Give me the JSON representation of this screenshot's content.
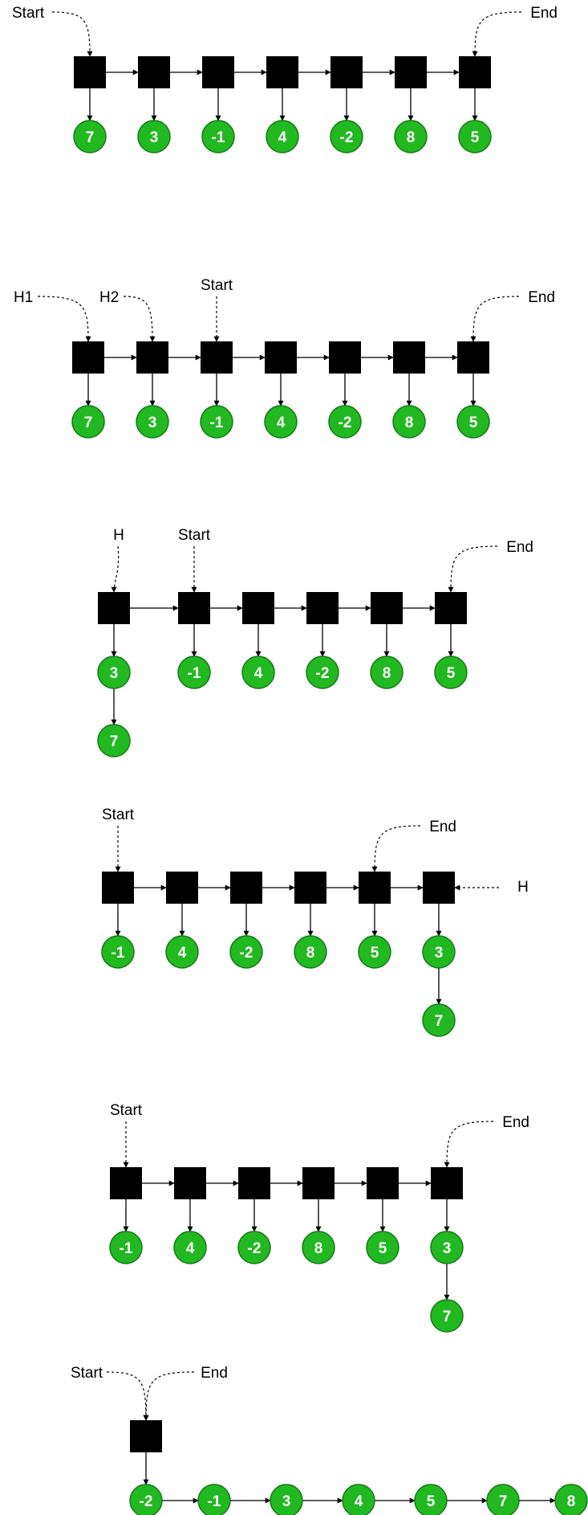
{
  "colors": {
    "node_fill": "#000000",
    "value_fill": "#22b822",
    "value_stroke": "#167a16",
    "value_text": "#ffffff",
    "line": "#000000"
  },
  "stages": [
    {
      "nodes": [
        {
          "values": [
            "7"
          ]
        },
        {
          "values": [
            "3"
          ]
        },
        {
          "values": [
            "-1"
          ]
        },
        {
          "values": [
            "4"
          ]
        },
        {
          "values": [
            "-2"
          ]
        },
        {
          "values": [
            "8"
          ]
        },
        {
          "values": [
            "5"
          ]
        }
      ],
      "pointers": [
        {
          "label": "Start",
          "target": 0
        },
        {
          "label": "End",
          "target": 6
        }
      ]
    },
    {
      "nodes": [
        {
          "values": [
            "7"
          ]
        },
        {
          "values": [
            "3"
          ]
        },
        {
          "values": [
            "-1"
          ]
        },
        {
          "values": [
            "4"
          ]
        },
        {
          "values": [
            "-2"
          ]
        },
        {
          "values": [
            "8"
          ]
        },
        {
          "values": [
            "5"
          ]
        }
      ],
      "pointers": [
        {
          "label": "H1",
          "target": 0
        },
        {
          "label": "H2",
          "target": 1
        },
        {
          "label": "Start",
          "target": 2
        },
        {
          "label": "End",
          "target": 6
        }
      ]
    },
    {
      "nodes": [
        {
          "values": [
            "3",
            "7"
          ]
        },
        {
          "values": [
            "-1"
          ]
        },
        {
          "values": [
            "4"
          ]
        },
        {
          "values": [
            "-2"
          ]
        },
        {
          "values": [
            "8"
          ]
        },
        {
          "values": [
            "5"
          ]
        }
      ],
      "pointers": [
        {
          "label": "H",
          "target": 0
        },
        {
          "label": "Start",
          "target": 1
        },
        {
          "label": "End",
          "target": 5
        }
      ]
    },
    {
      "nodes": [
        {
          "values": [
            "-1"
          ]
        },
        {
          "values": [
            "4"
          ]
        },
        {
          "values": [
            "-2"
          ]
        },
        {
          "values": [
            "8"
          ]
        },
        {
          "values": [
            "5"
          ]
        },
        {
          "values": [
            "3",
            "7"
          ]
        }
      ],
      "pointers": [
        {
          "label": "Start",
          "target": 0
        },
        {
          "label": "End",
          "target": 4
        },
        {
          "label": "H",
          "target": 5
        }
      ]
    },
    {
      "nodes": [
        {
          "values": [
            "-1"
          ]
        },
        {
          "values": [
            "4"
          ]
        },
        {
          "values": [
            "-2"
          ]
        },
        {
          "values": [
            "8"
          ]
        },
        {
          "values": [
            "5"
          ]
        },
        {
          "values": [
            "3",
            "7"
          ]
        }
      ],
      "pointers": [
        {
          "label": "Start",
          "target": 0
        },
        {
          "label": "End",
          "target": 5
        }
      ]
    },
    {
      "nodes": [
        {
          "values": [
            "-2",
            "-1",
            "3",
            "4",
            "5",
            "7",
            "8"
          ]
        }
      ],
      "pointers": [
        {
          "label": "Start",
          "target": 0
        },
        {
          "label": "End",
          "target": 0
        }
      ]
    }
  ]
}
